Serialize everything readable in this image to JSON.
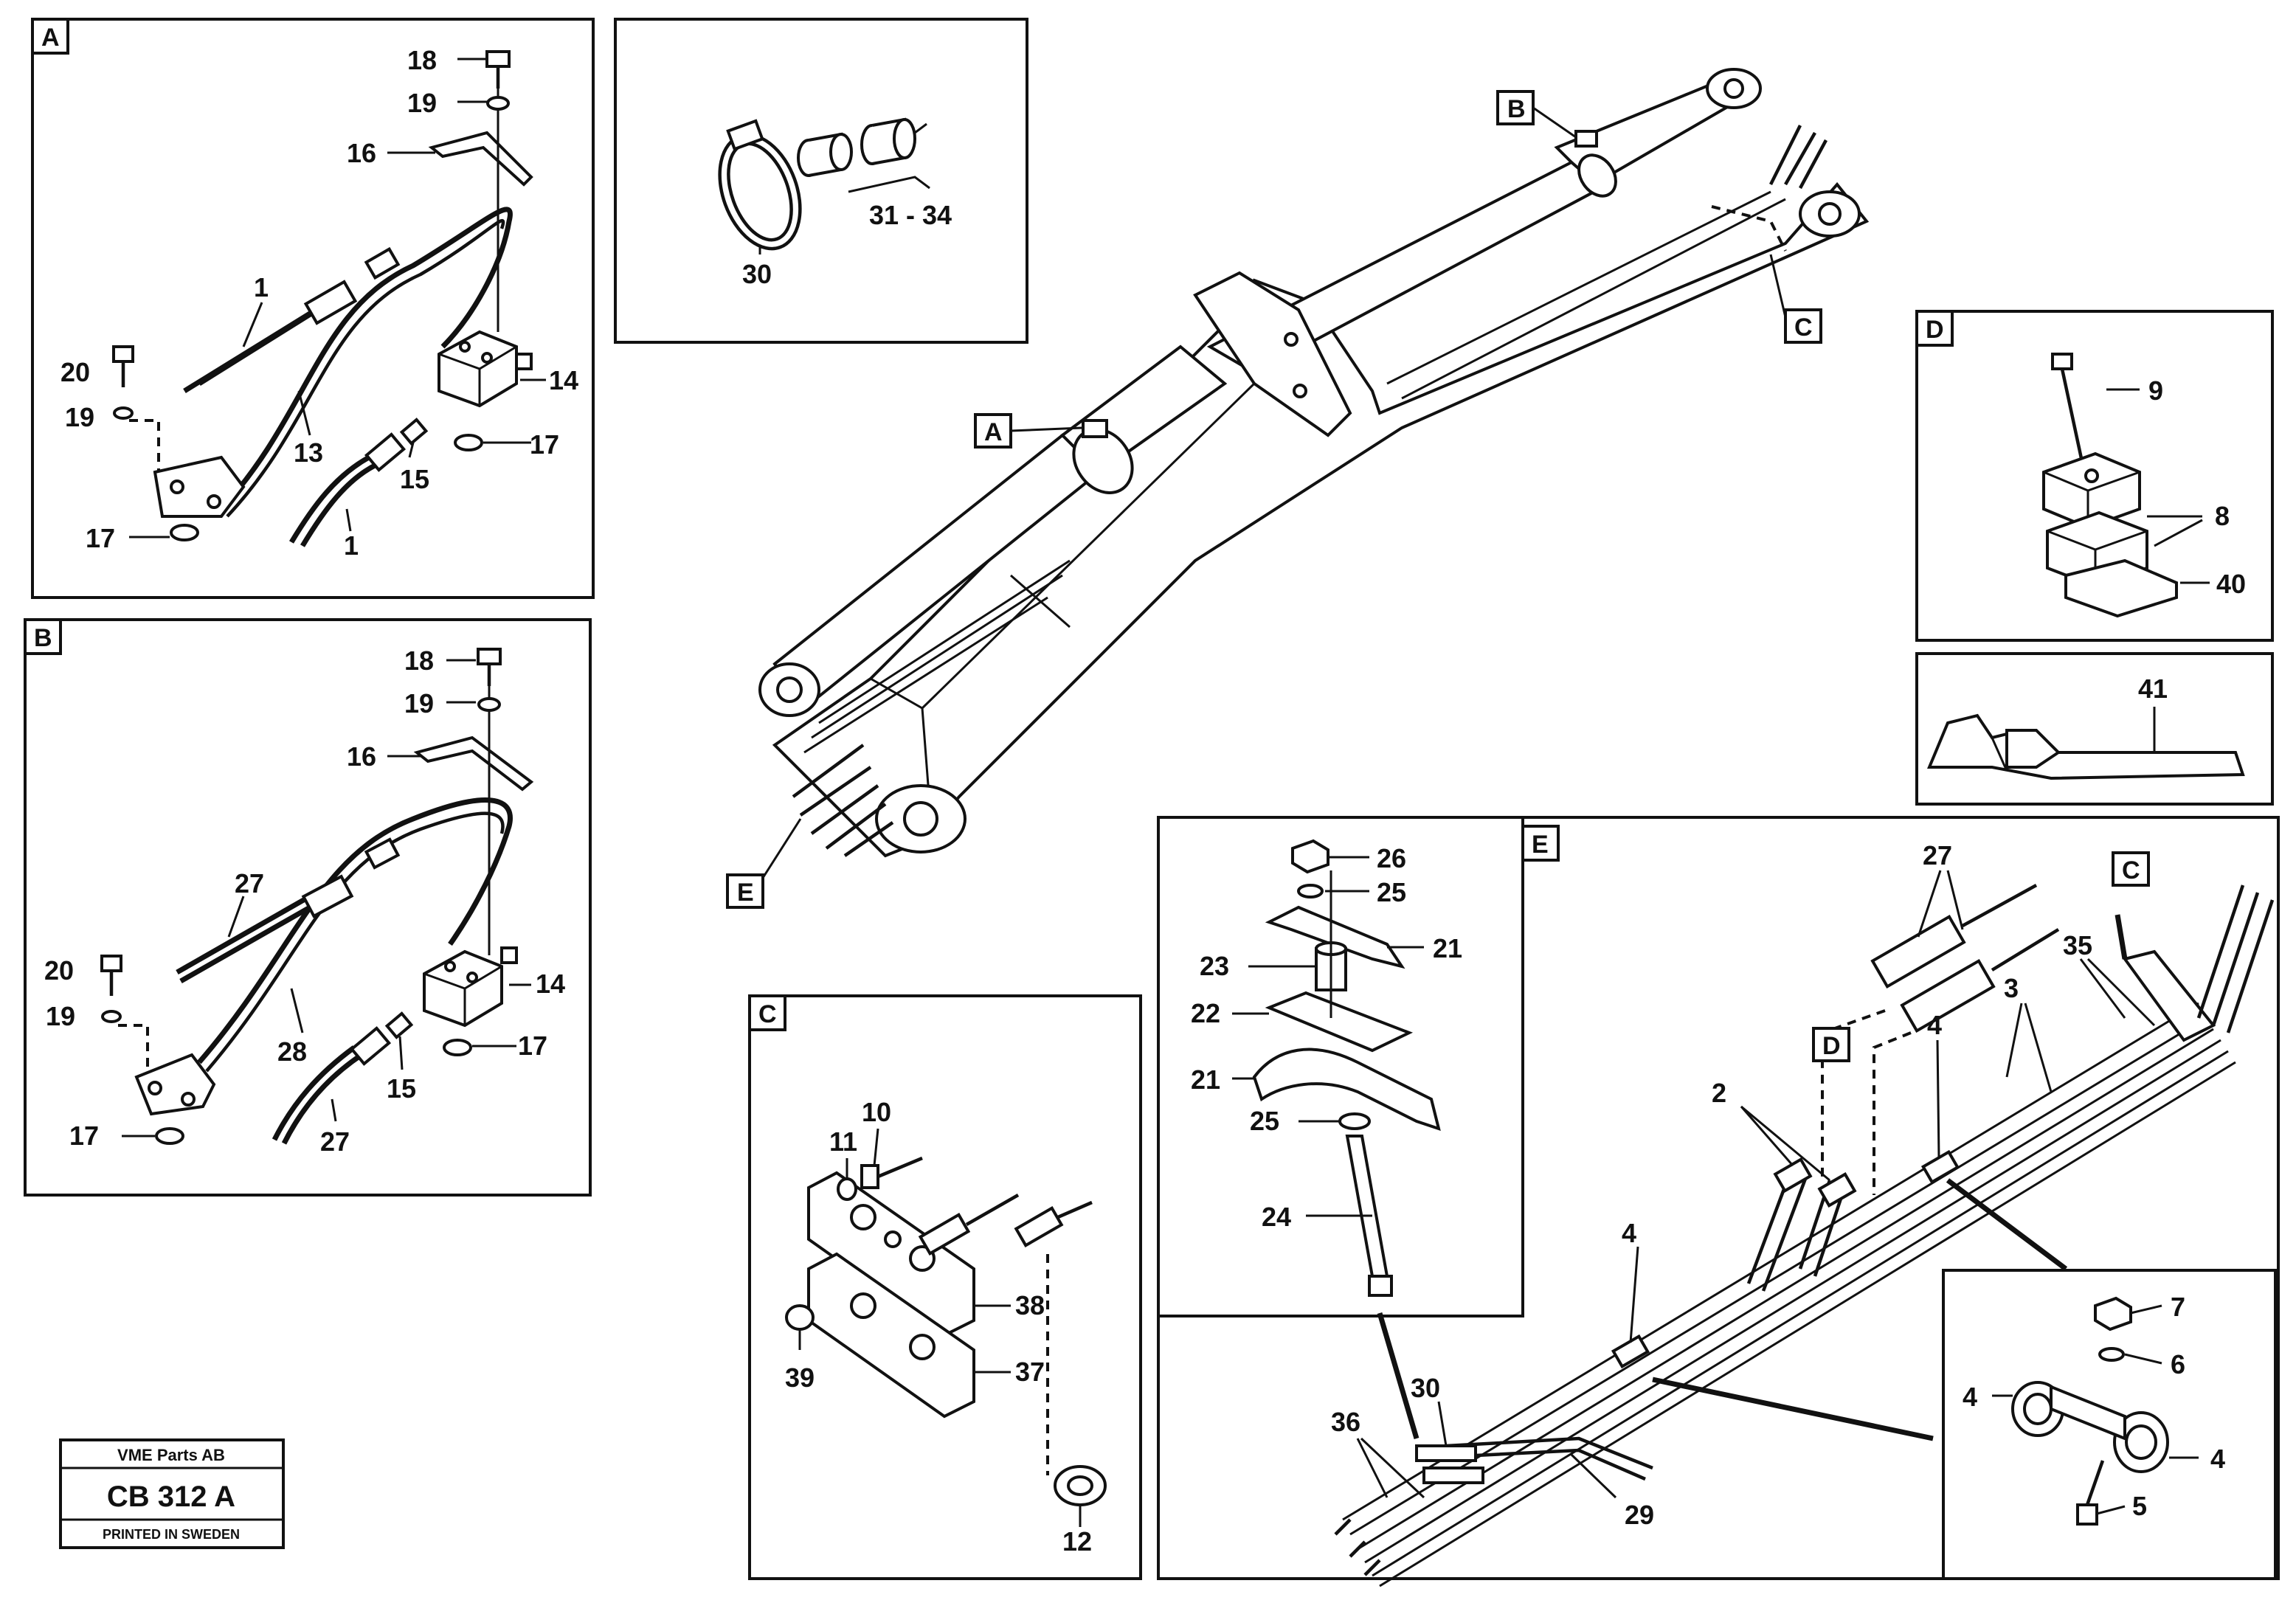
{
  "labels": {
    "views": {
      "A": "A",
      "B": "B",
      "C": "C",
      "D": "D",
      "E": "E"
    },
    "n1": "1",
    "n2": "2",
    "n3": "3",
    "n4": "4",
    "n5": "5",
    "n6": "6",
    "n7": "7",
    "n8": "8",
    "n9": "9",
    "n10": "10",
    "n11": "11",
    "n12": "12",
    "n13": "13",
    "n14": "14",
    "n15": "15",
    "n16": "16",
    "n17": "17",
    "n18": "18",
    "n19": "19",
    "n20": "20",
    "n21": "21",
    "n22": "22",
    "n23": "23",
    "n24": "24",
    "n25": "25",
    "n26": "26",
    "n27": "27",
    "n28": "28",
    "n29": "29",
    "n30": "30",
    "n31_34": "31 - 34",
    "n35": "35",
    "n36": "36",
    "n37": "37",
    "n38": "38",
    "n39": "39",
    "n40": "40",
    "n41": "41"
  },
  "logo": {
    "company": "VME Parts AB",
    "code": "CB 312 A",
    "printed": "PRINTED IN SWEDEN"
  }
}
